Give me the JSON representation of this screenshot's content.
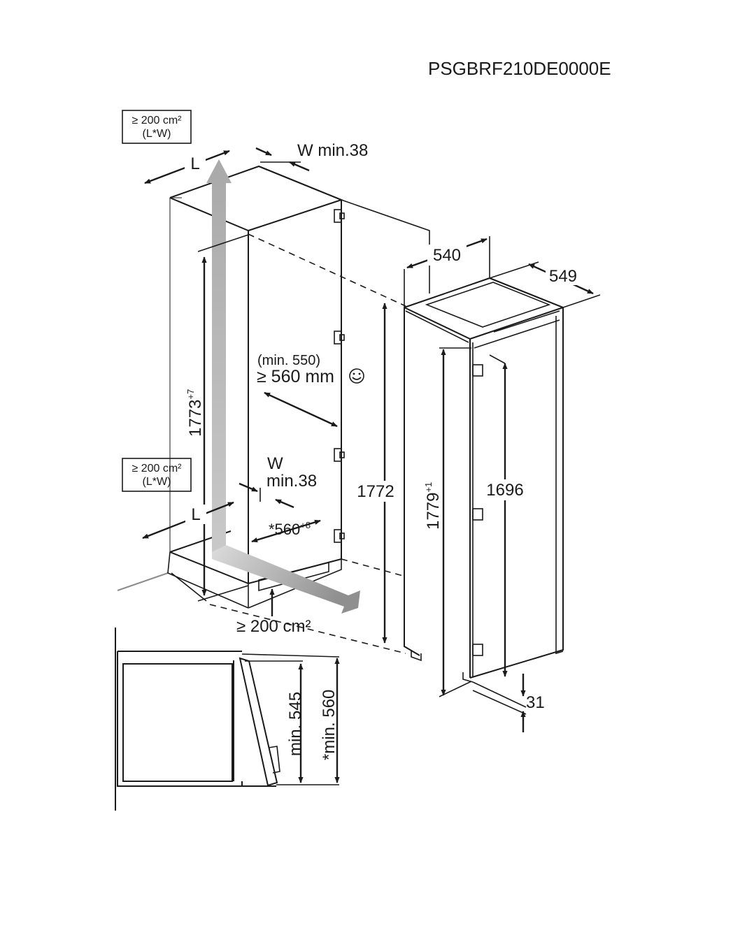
{
  "model_code": "PSGBRF210DE0000E",
  "niche": {
    "vent_top": {
      "line1": "≥ 200 cm²",
      "line2": "(L*W)"
    },
    "vent_mid": {
      "line1": "≥ 200 cm²",
      "line2": "(L*W)"
    },
    "L_top": "L",
    "L_bottom": "L",
    "W_top": "W min.38",
    "W_mid_line1": "W",
    "W_mid_line2": "min.38",
    "height": "1773",
    "height_tol": "+7",
    "depth_min_label": "(min. 550)",
    "depth": "≥ 560 mm",
    "plinth_depth": "*560",
    "plinth_tol": "+8",
    "vent_bottom": "≥ 200 cm²"
  },
  "appliance": {
    "width": "540",
    "depth": "549",
    "height_total": "1772",
    "height_body": "1779",
    "height_body_tol": "+1",
    "door_height": "1696",
    "gap": "31"
  },
  "side_view": {
    "min_a": "min. 545",
    "min_b": "*min. 560"
  },
  "icons": {
    "smiley": "smiley-icon",
    "hinge": "hinge-icon"
  },
  "colors": {
    "line": "#1a1a1a",
    "airflow": "#b8b8b8",
    "wall": "#8c8c8c"
  }
}
